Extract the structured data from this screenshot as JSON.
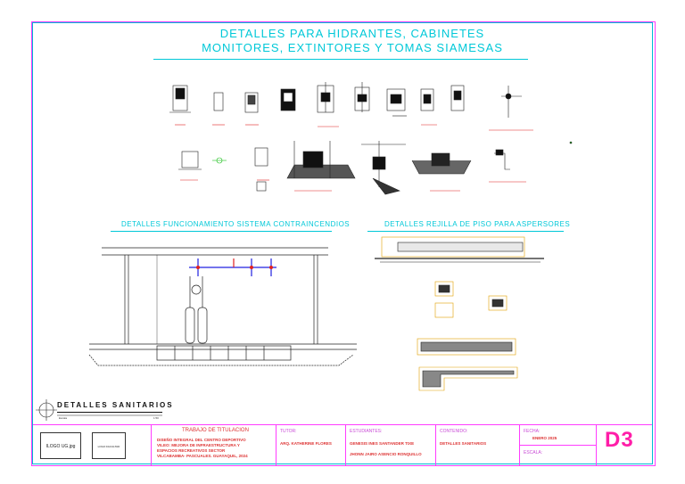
{
  "sheet": {
    "title_line1": "DETALLES PARA HIDRANTES, CABINETES",
    "title_line2": "MONITORES, EXTINTORES Y TOMAS SIAMESAS"
  },
  "sections": {
    "fire_system": "DETALLES FUNCIONAMIENTO SISTEMA CONTRAINCENDIOS",
    "floor_grate": "DETALLES REJILLA DE PISO PARA ASPERSORES"
  },
  "drawing_block": {
    "title": "DETALLES SANITARIOS",
    "scale_left": "Escala",
    "scale_right": "1:50"
  },
  "title_block": {
    "logo1": "ILOGO UG.jpg",
    "logo2": "LOGO FACULTAD",
    "project_heading": "TRABAJO DE TITULACION",
    "project_line1": "DISEÑO INTEGRAL DEL CENTRO DEPORTIVO",
    "project_line2": "VILEO: MEJORA DE INFRAESTRUCTURA Y",
    "project_line3": "ESPACIOS RECREATIVOS SECTOR",
    "project_line4": "VILCABAMBA- PASCUALES. GUAYAQUIL, 2024",
    "tutor_label": "TUTOR:",
    "tutor": "ARQ. KATHERINE FLORES",
    "students_label": "ESTUDIANTES:",
    "student1": "GENESIS INES SANTANDER TIXE",
    "student2": "JHONN JAIRO ASENCIO RONQUILLO",
    "content_label": "CONTENIDO:",
    "content": "DETALLES SANITARIOS",
    "date_label": "FECHA:",
    "date": "ENERO 2025",
    "scale_label": "ESCALA:",
    "sheet_code": "D3"
  },
  "colors": {
    "border": "#ff3cff",
    "cyan": "#00c8d8",
    "drawing_red": "#e02020",
    "drawing_blue": "#2020e0",
    "drawing_green": "#20c020",
    "sheet_code": "#ff1da8"
  }
}
